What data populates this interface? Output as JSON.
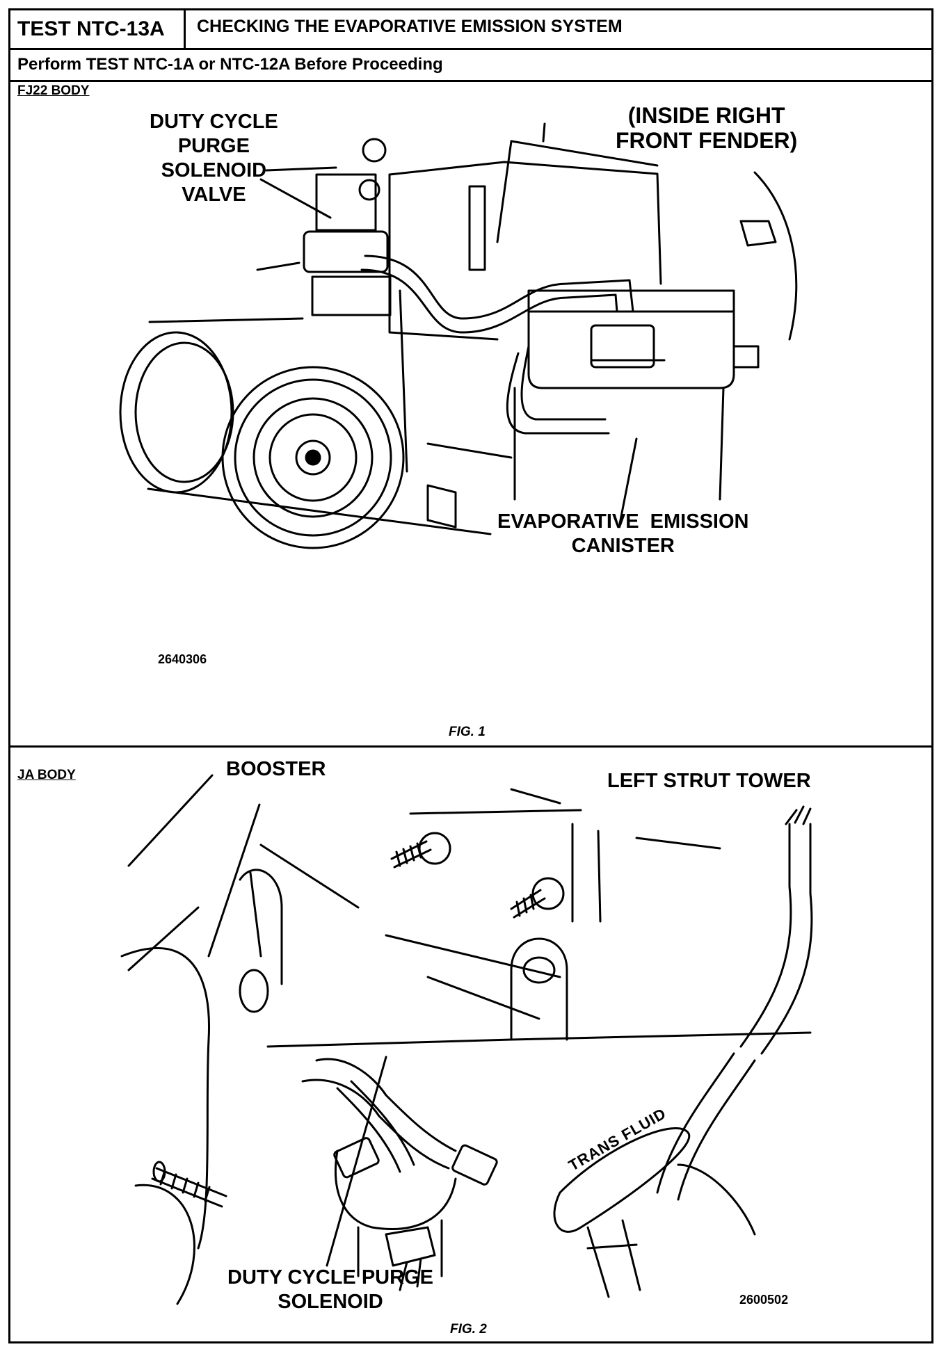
{
  "header": {
    "test_id": "TEST NTC-13A",
    "title": "CHECKING THE EVAPORATIVE EMISSION SYSTEM",
    "subtitle": "Perform TEST NTC-1A or NTC-12A Before Proceeding"
  },
  "figure1": {
    "body_label": "FJ22 BODY",
    "callout_valve": [
      "DUTY CYCLE",
      "PURGE",
      "SOLENOID",
      "VALVE"
    ],
    "callout_fender": [
      "(INSIDE RIGHT",
      "FRONT FENDER)"
    ],
    "callout_canister": [
      "EVAPORATIVE  EMISSION",
      "CANISTER"
    ],
    "part_number": "2640306",
    "caption": "FIG. 1"
  },
  "figure2": {
    "body_label": "JA BODY",
    "callout_booster": "BOOSTER",
    "callout_strut": "LEFT STRUT TOWER",
    "callout_solenoid": [
      "DUTY CYCLE PURGE",
      "SOLENOID"
    ],
    "dipstick_text": "TRANS FLUID",
    "part_number": "2600502",
    "caption": "FIG. 2"
  }
}
